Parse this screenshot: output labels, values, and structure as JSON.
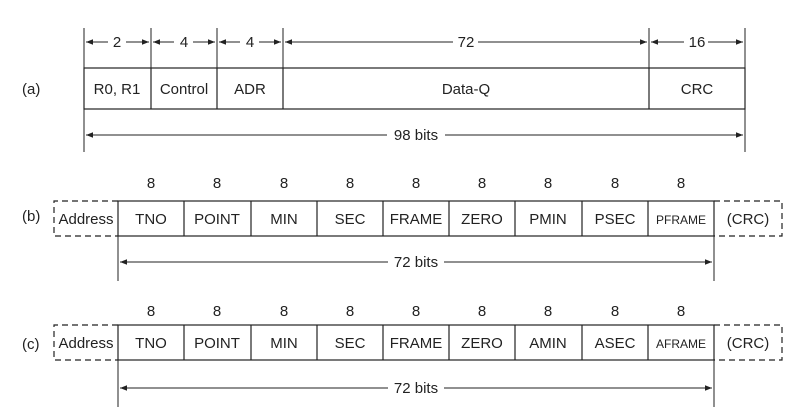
{
  "a": {
    "label": "(a)",
    "widths": [
      "2",
      "4",
      "4",
      "72",
      "16"
    ],
    "fields": [
      "R0, R1",
      "Control",
      "ADR",
      "Data-Q",
      "CRC"
    ],
    "total": "98 bits"
  },
  "b": {
    "label": "(b)",
    "bits": [
      "8",
      "8",
      "8",
      "8",
      "8",
      "8",
      "8",
      "8",
      "8"
    ],
    "address": "Address",
    "fields": [
      "TNO",
      "POINT",
      "MIN",
      "SEC",
      "FRAME",
      "ZERO",
      "PMIN",
      "PSEC",
      "PFRAME"
    ],
    "crc": "(CRC)",
    "total": "72 bits"
  },
  "c": {
    "label": "(c)",
    "bits": [
      "8",
      "8",
      "8",
      "8",
      "8",
      "8",
      "8",
      "8",
      "8"
    ],
    "address": "Address",
    "fields": [
      "TNO",
      "POINT",
      "MIN",
      "SEC",
      "FRAME",
      "ZERO",
      "AMIN",
      "ASEC",
      "AFRAME"
    ],
    "crc": "(CRC)",
    "total": "72 bits"
  },
  "colors": {
    "line": "#222222",
    "text": "#222222",
    "background": "#ffffff"
  }
}
